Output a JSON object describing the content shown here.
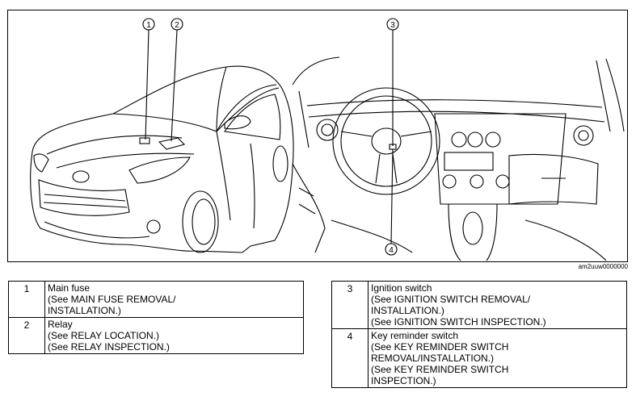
{
  "figure": {
    "callouts": [
      "1",
      "2",
      "3",
      "4"
    ],
    "image_code": "am2uuw0000000"
  },
  "legend": {
    "left": [
      {
        "num": "1",
        "text": "Main fuse\n(See MAIN FUSE REMOVAL/\nINSTALLATION.)"
      },
      {
        "num": "2",
        "text": "Relay\n(See RELAY LOCATION.)\n(See RELAY INSPECTION.)"
      }
    ],
    "right": [
      {
        "num": "3",
        "text": "Ignition switch\n(See IGNITION SWITCH REMOVAL/\nINSTALLATION.)\n(See IGNITION SWITCH INSPECTION.)"
      },
      {
        "num": "4",
        "text": "Key reminder switch\n(See KEY REMINDER SWITCH\nREMOVAL/INSTALLATION.)\n(See KEY REMINDER SWITCH\nINSPECTION.)"
      }
    ]
  }
}
